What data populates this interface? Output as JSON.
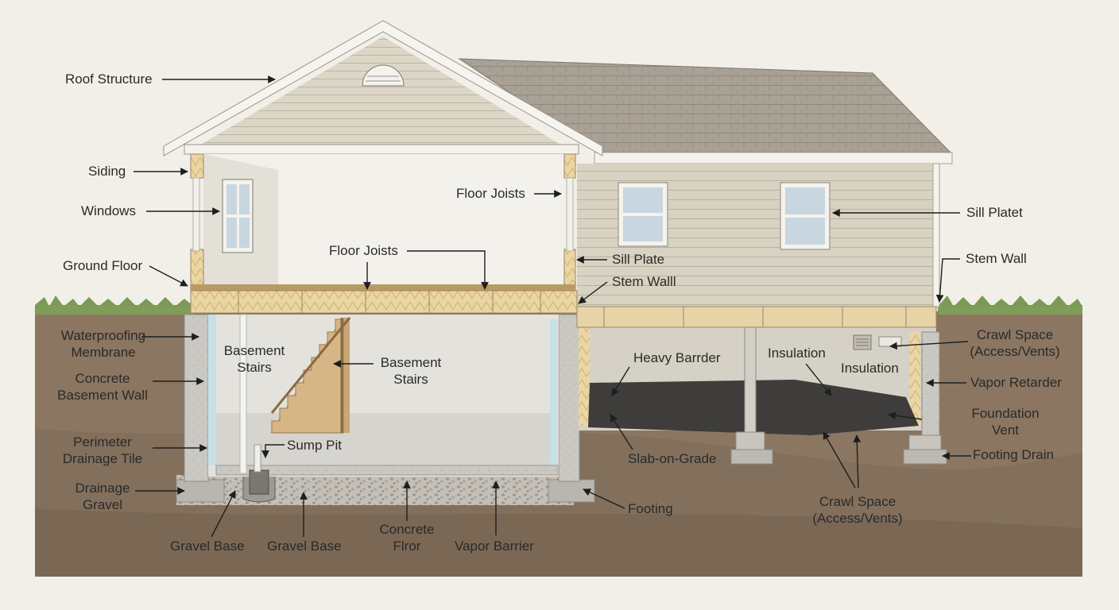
{
  "labels": {
    "roof_structure": "Roof Structure",
    "siding": "Siding",
    "windows": "Windows",
    "ground_floor": "Ground Floor",
    "floor_joists_upper": "Floor Joists",
    "floor_joists_mid": "Floor Joists",
    "sill_plate": "Sill Plate",
    "stem_wall_center": "Stem Walll",
    "sill_platet": "Sill Platet",
    "stem_wall_right": "Stem Wall",
    "waterproofing_l1": "Waterproofing",
    "waterproofing_l2": "Membrane",
    "concrete_wall_l1": "Concrete",
    "concrete_wall_l2": "Basement Wall",
    "perimeter_l1": "Perimeter",
    "perimeter_l2": "Drainage Tile",
    "drainage_gravel_l1": "Drainage",
    "drainage_gravel_l2": "Gravel",
    "basement_stairs_inner_l1": "Basement",
    "basement_stairs_inner_l2": "Stairs",
    "basement_stairs_l1": "Basement",
    "basement_stairs_l2": "Stairs",
    "sump_pit": "Sump Pit",
    "gravel_base_1": "Gravel Base",
    "gravel_base_2": "Gravel Base",
    "concrete_floor_l1": "Concrete",
    "concrete_floor_l2": "Flror",
    "vapor_barrier": "Vapor Barrier",
    "footing": "Footing",
    "heavy_barrder": "Heavy Barrder",
    "insulation_1": "Insulation",
    "insulation_2": "Insulation",
    "slab_on_grade": "Slab-on-Grade",
    "crawl_vents_top_l1": "Crawl Space",
    "crawl_vents_top_l2": "(Access/Vents)",
    "vapor_retarder": "Vapor Retarder",
    "foundation_vent_l1": "Foundation",
    "foundation_vent_l2": "Vent",
    "footing_drain": "Footing Drain",
    "crawl_vents_bottom_l1": "Crawl Space",
    "crawl_vents_bottom_l2": "(Access/Vents)"
  },
  "colors": {
    "background": "#f1efe8",
    "siding": "#d9d3c4",
    "roof_shingles": "#a8a094",
    "soil": "#8a7560",
    "grass": "#7a9a55",
    "concrete": "#c9c7c1",
    "joist_band": "#e8d2a0",
    "vapor_barrier": "#3c3c3c",
    "leader": "#1e1e1e"
  }
}
